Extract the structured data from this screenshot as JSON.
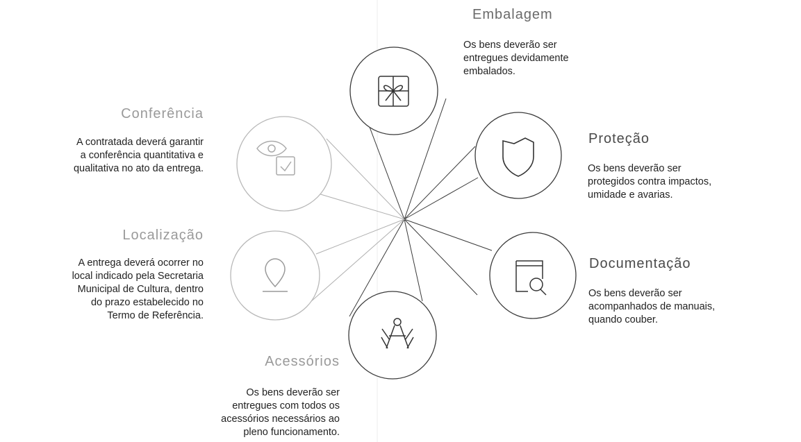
{
  "items": [
    {
      "id": "embalagem",
      "title": "Embalagem",
      "text": "Os bens deverão ser\nentregues devidamente\nembalados.",
      "icon": "gift-box-icon"
    },
    {
      "id": "protecao",
      "title": "Proteção",
      "text": "Os bens deverão ser\nprotegidos contra impactos,\numidade e avarias.",
      "icon": "shield-icon"
    },
    {
      "id": "documentacao",
      "title": "Documentação",
      "text": "Os bens deverão ser\nacompanhados de manuais,\nquando couber.",
      "icon": "document-search-icon"
    },
    {
      "id": "acessorios",
      "title": "Acessórios",
      "text": "Os bens deverão ser\nentregues com todos os\nacessórios necessários ao\npleno funcionamento.",
      "icon": "compass-tools-icon"
    },
    {
      "id": "localizacao",
      "title": "Localização",
      "text": "A entrega deverá ocorrer no\nlocal indicado pela Secretaria\nMunicipal de Cultura, dentro\ndo prazo estabelecido no\nTermo de Referência.",
      "icon": "location-pin-icon"
    },
    {
      "id": "conferencia",
      "title": "Conferência",
      "text": "A contratada deverá garantir\na conferência quantitativa e\nqualitativa no ato da entrega.",
      "icon": "eye-checklist-icon"
    }
  ],
  "colors": {
    "line": "#3a3a3a",
    "faded": "#a8a8a8",
    "divider": "#e6e6e6"
  }
}
